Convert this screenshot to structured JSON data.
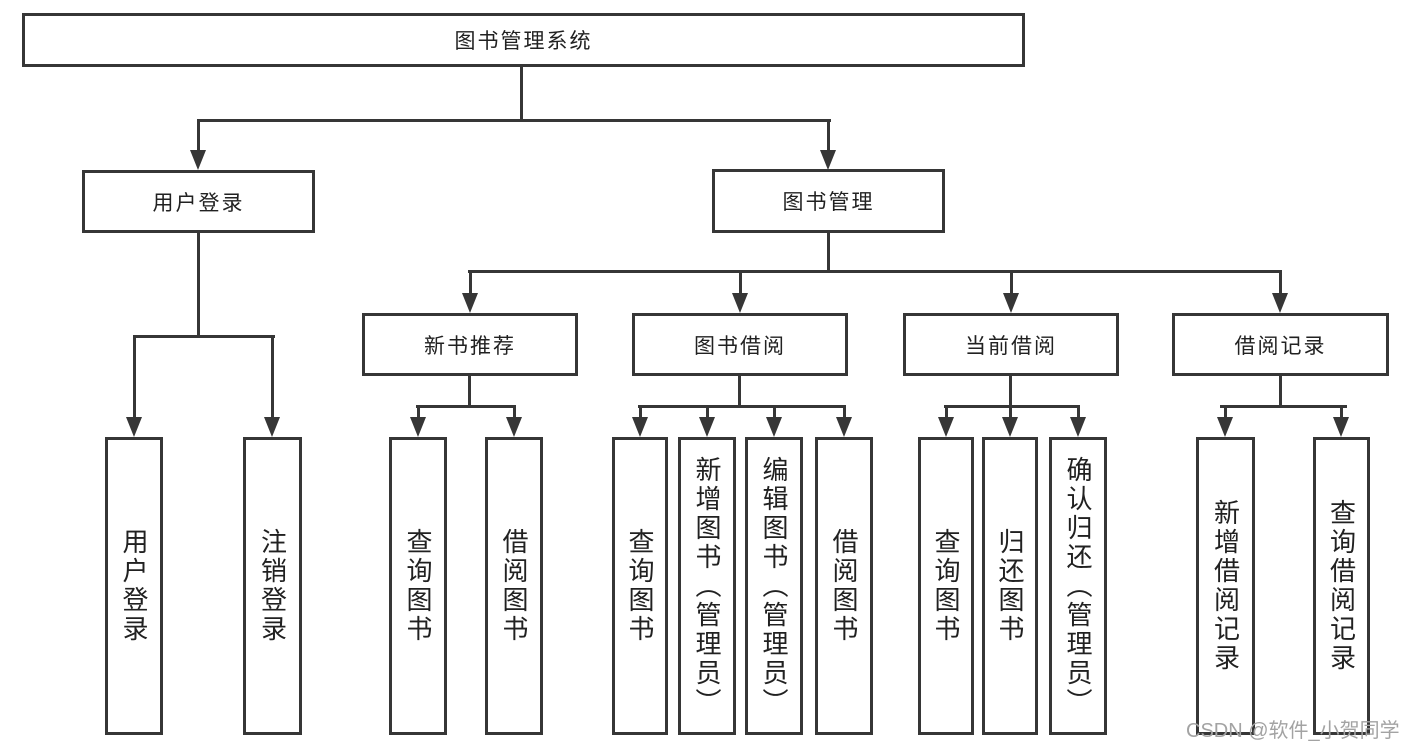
{
  "diagram": {
    "title": "图书管理系统",
    "nodes": {
      "root": "图书管理系统",
      "level2": [
        "用户登录",
        "图书管理"
      ],
      "level3": [
        "新书推荐",
        "图书借阅",
        "当前借阅",
        "借阅记录"
      ],
      "leaves": [
        "用户登录",
        "注销登录",
        "查询图书",
        "借阅图书",
        "查询图书",
        "新增图书（管理员）",
        "编辑图书（管理员）",
        "借阅图书",
        "查询图书",
        "归还图书",
        "确认归还（管理员）",
        "新增借阅记录",
        "查询借阅记录"
      ]
    },
    "watermark": "CSDN @软件_小贺同学",
    "colors": {
      "line": "#363636",
      "text": "#212121",
      "watermark": "#a3a3a3",
      "background": "#ffffff"
    }
  }
}
